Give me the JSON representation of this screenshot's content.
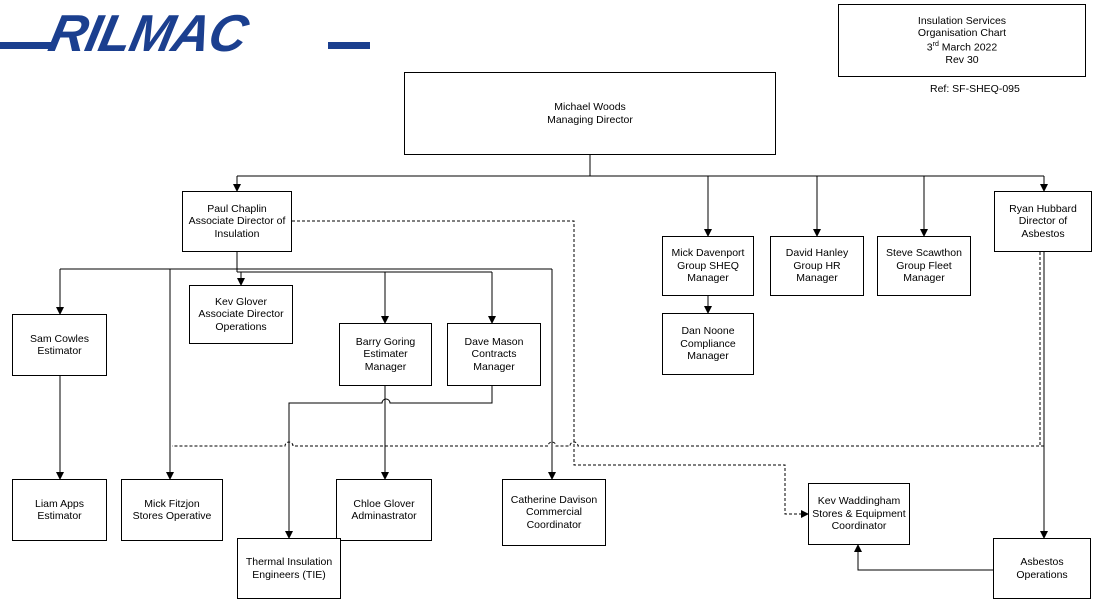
{
  "logo": {
    "text": "RILMAC",
    "color": "#1b3f8f"
  },
  "info_box": {
    "line1": "Insulation Services",
    "line2": "Organisation Chart",
    "date_day": "3",
    "date_suffix": "rd",
    "date_rest": " March 2022",
    "line4": "Rev 30"
  },
  "ref": "Ref: SF-SHEQ-095",
  "nodes": {
    "michael_woods": {
      "name": "Michael Woods",
      "role": "Managing Director"
    },
    "paul_chaplin": {
      "name": "Paul Chaplin",
      "role": "Associate Director of Insulation"
    },
    "mick_davenport": {
      "name": "Mick Davenport",
      "role": "Group SHEQ Manager"
    },
    "david_hanley": {
      "name": "David Hanley",
      "role": "Group HR Manager"
    },
    "steve_scawthon": {
      "name": "Steve Scawthon",
      "role": "Group Fleet Manager"
    },
    "ryan_hubbard": {
      "name": "Ryan Hubbard",
      "role": "Director of Asbestos"
    },
    "dan_noone": {
      "name": "Dan Noone",
      "role": "Compliance Manager"
    },
    "kev_glover": {
      "name": "Kev Glover",
      "role": "Associate Director Operations"
    },
    "sam_cowles": {
      "name": "Sam Cowles",
      "role": "Estimator"
    },
    "barry_goring": {
      "name": "Barry Goring",
      "role": "Estimater Manager"
    },
    "dave_mason": {
      "name": "Dave Mason",
      "role": "Contracts Manager"
    },
    "liam_apps": {
      "name": "Liam Apps",
      "role": "Estimator"
    },
    "mick_fitzjon": {
      "name": "Mick Fitzjon",
      "role": "Stores Operative"
    },
    "chloe_glover": {
      "name": "Chloe Glover",
      "role": "Adminastrator"
    },
    "catherine_davison": {
      "name": "Catherine Davison",
      "role": "Commercial Coordinator"
    },
    "kev_waddingham": {
      "name": "Kev Waddingham",
      "role": "Stores & Equipment Coordinator"
    },
    "tie": {
      "name": "Thermal Insulation",
      "role": "Engineers (TIE)"
    },
    "asbestos_ops": {
      "name": "Asbestos",
      "role": "Operations"
    }
  }
}
